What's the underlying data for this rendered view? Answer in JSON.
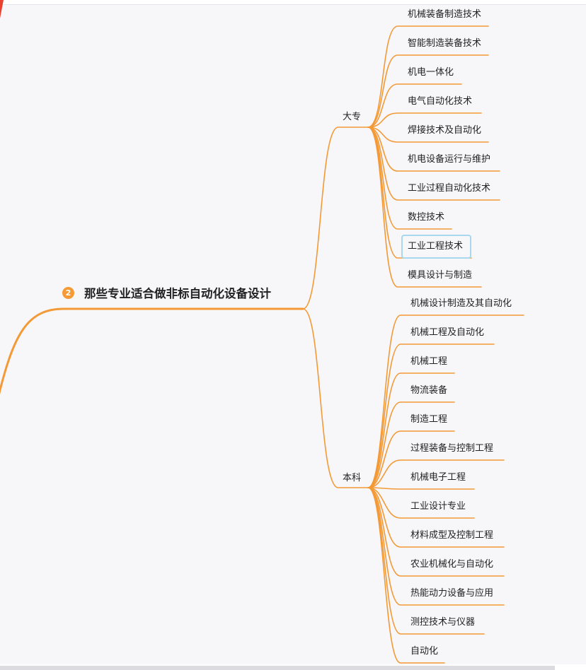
{
  "colors": {
    "link": "#f39a36",
    "badge": "#f59a35",
    "selection": "#a7d8ef"
  },
  "root": {
    "badge": "2",
    "title": "那些专业适合做非标自动化设备设计"
  },
  "branches": [
    {
      "label": "大专",
      "children": [
        "机械装备制造技术",
        "智能制造装备技术",
        "机电一体化",
        "电气自动化技术",
        "焊接技术及自动化",
        "机电设备运行与维护",
        "工业过程自动化技术",
        "数控技术",
        "工业工程技术",
        "模具设计与制造"
      ],
      "selected_index": 8
    },
    {
      "label": "本科",
      "children": [
        "机械设计制造及其自动化",
        "机械工程及自动化",
        "机械工程",
        "物流装备",
        "制造工程",
        "过程装备与控制工程",
        "机械电子工程",
        "工业设计专业",
        "材料成型及控制工程",
        "农业机械化与自动化",
        "热能动力设备与应用",
        "测控技术与仪器",
        "自动化"
      ]
    }
  ]
}
